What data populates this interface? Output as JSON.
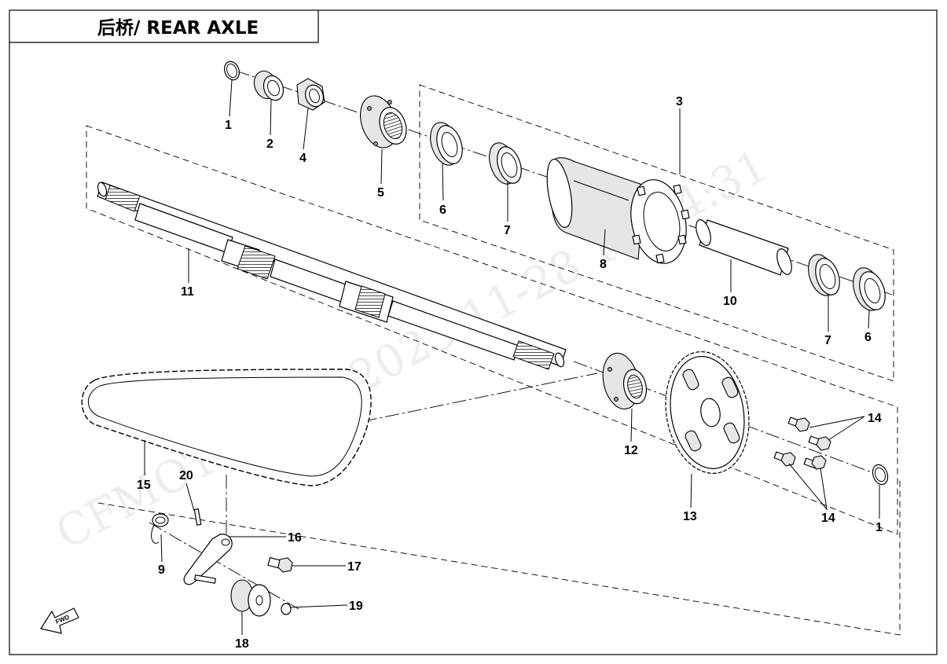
{
  "header": {
    "title": "后桥/ REAR AXLE"
  },
  "watermark": {
    "text": "CFMOTO kf-zl 2023-11-28 15:14:31"
  },
  "direction_badge": {
    "text": "FWD"
  },
  "callouts": [
    {
      "number": "1",
      "part": "circlip"
    },
    {
      "number": "2",
      "part": "lock-nut"
    },
    {
      "number": "4",
      "part": "hex-nut"
    },
    {
      "number": "5",
      "part": "wheel-flange"
    },
    {
      "number": "3",
      "part": "bearing-housing-assembly"
    },
    {
      "number": "6",
      "part": "oil-seal"
    },
    {
      "number": "7",
      "part": "bearing"
    },
    {
      "number": "8",
      "part": "bearing-housing"
    },
    {
      "number": "10",
      "part": "spacer-sleeve"
    },
    {
      "number": "7",
      "part": "bearing"
    },
    {
      "number": "6",
      "part": "oil-seal"
    },
    {
      "number": "11",
      "part": "rear-axle-shaft"
    },
    {
      "number": "12",
      "part": "sprocket-hub"
    },
    {
      "number": "13",
      "part": "rear-sprocket"
    },
    {
      "number": "14",
      "part": "flange-bolt"
    },
    {
      "number": "14",
      "part": "flange-bolt"
    },
    {
      "number": "1",
      "part": "circlip"
    },
    {
      "number": "15",
      "part": "drive-chain"
    },
    {
      "number": "20",
      "part": "pin"
    },
    {
      "number": "16",
      "part": "tensioner-arm"
    },
    {
      "number": "9",
      "part": "torsion-spring"
    },
    {
      "number": "17",
      "part": "pivot-bolt"
    },
    {
      "number": "18",
      "part": "tensioner-roller"
    },
    {
      "number": "19",
      "part": "washer"
    }
  ]
}
